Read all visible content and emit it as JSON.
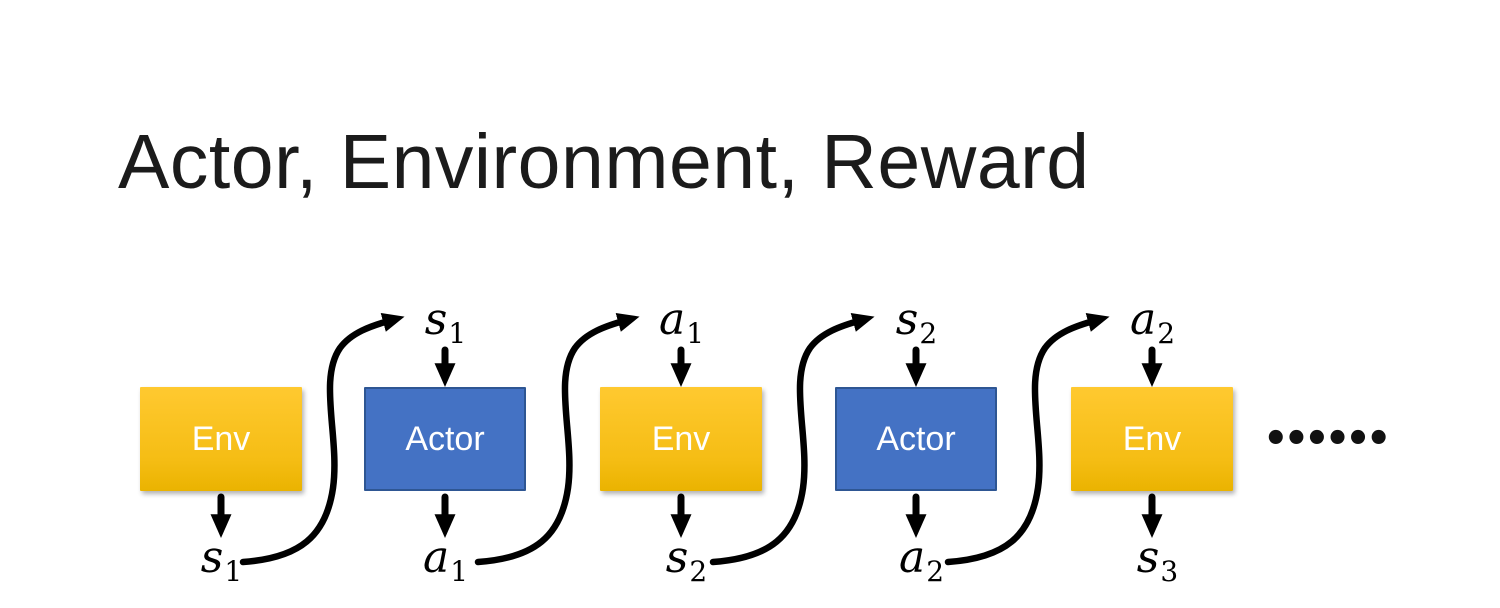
{
  "title": "Actor, Environment, Reward",
  "diagram": {
    "boxes": [
      {
        "label": "Env",
        "type": "env"
      },
      {
        "label": "Actor",
        "type": "actor"
      },
      {
        "label": "Env",
        "type": "env"
      },
      {
        "label": "Actor",
        "type": "actor"
      },
      {
        "label": "Env",
        "type": "env"
      }
    ],
    "top_labels": [
      {
        "base": "s",
        "sub": "1"
      },
      {
        "base": "a",
        "sub": "1"
      },
      {
        "base": "s",
        "sub": "2"
      },
      {
        "base": "a",
        "sub": "2"
      }
    ],
    "bottom_labels": [
      {
        "base": "s",
        "sub": "1"
      },
      {
        "base": "a",
        "sub": "1"
      },
      {
        "base": "s",
        "sub": "2"
      },
      {
        "base": "a",
        "sub": "2"
      },
      {
        "base": "s",
        "sub": "3"
      }
    ],
    "ellipsis": "••••••"
  },
  "colors": {
    "env_top": "#FFC930",
    "env_bottom": "#EAB300",
    "actor_fill": "#4472C4",
    "actor_border": "#2E5693",
    "arrow": "#000000",
    "box_text": "#FFFFFF",
    "title": "#1B1B1B"
  }
}
